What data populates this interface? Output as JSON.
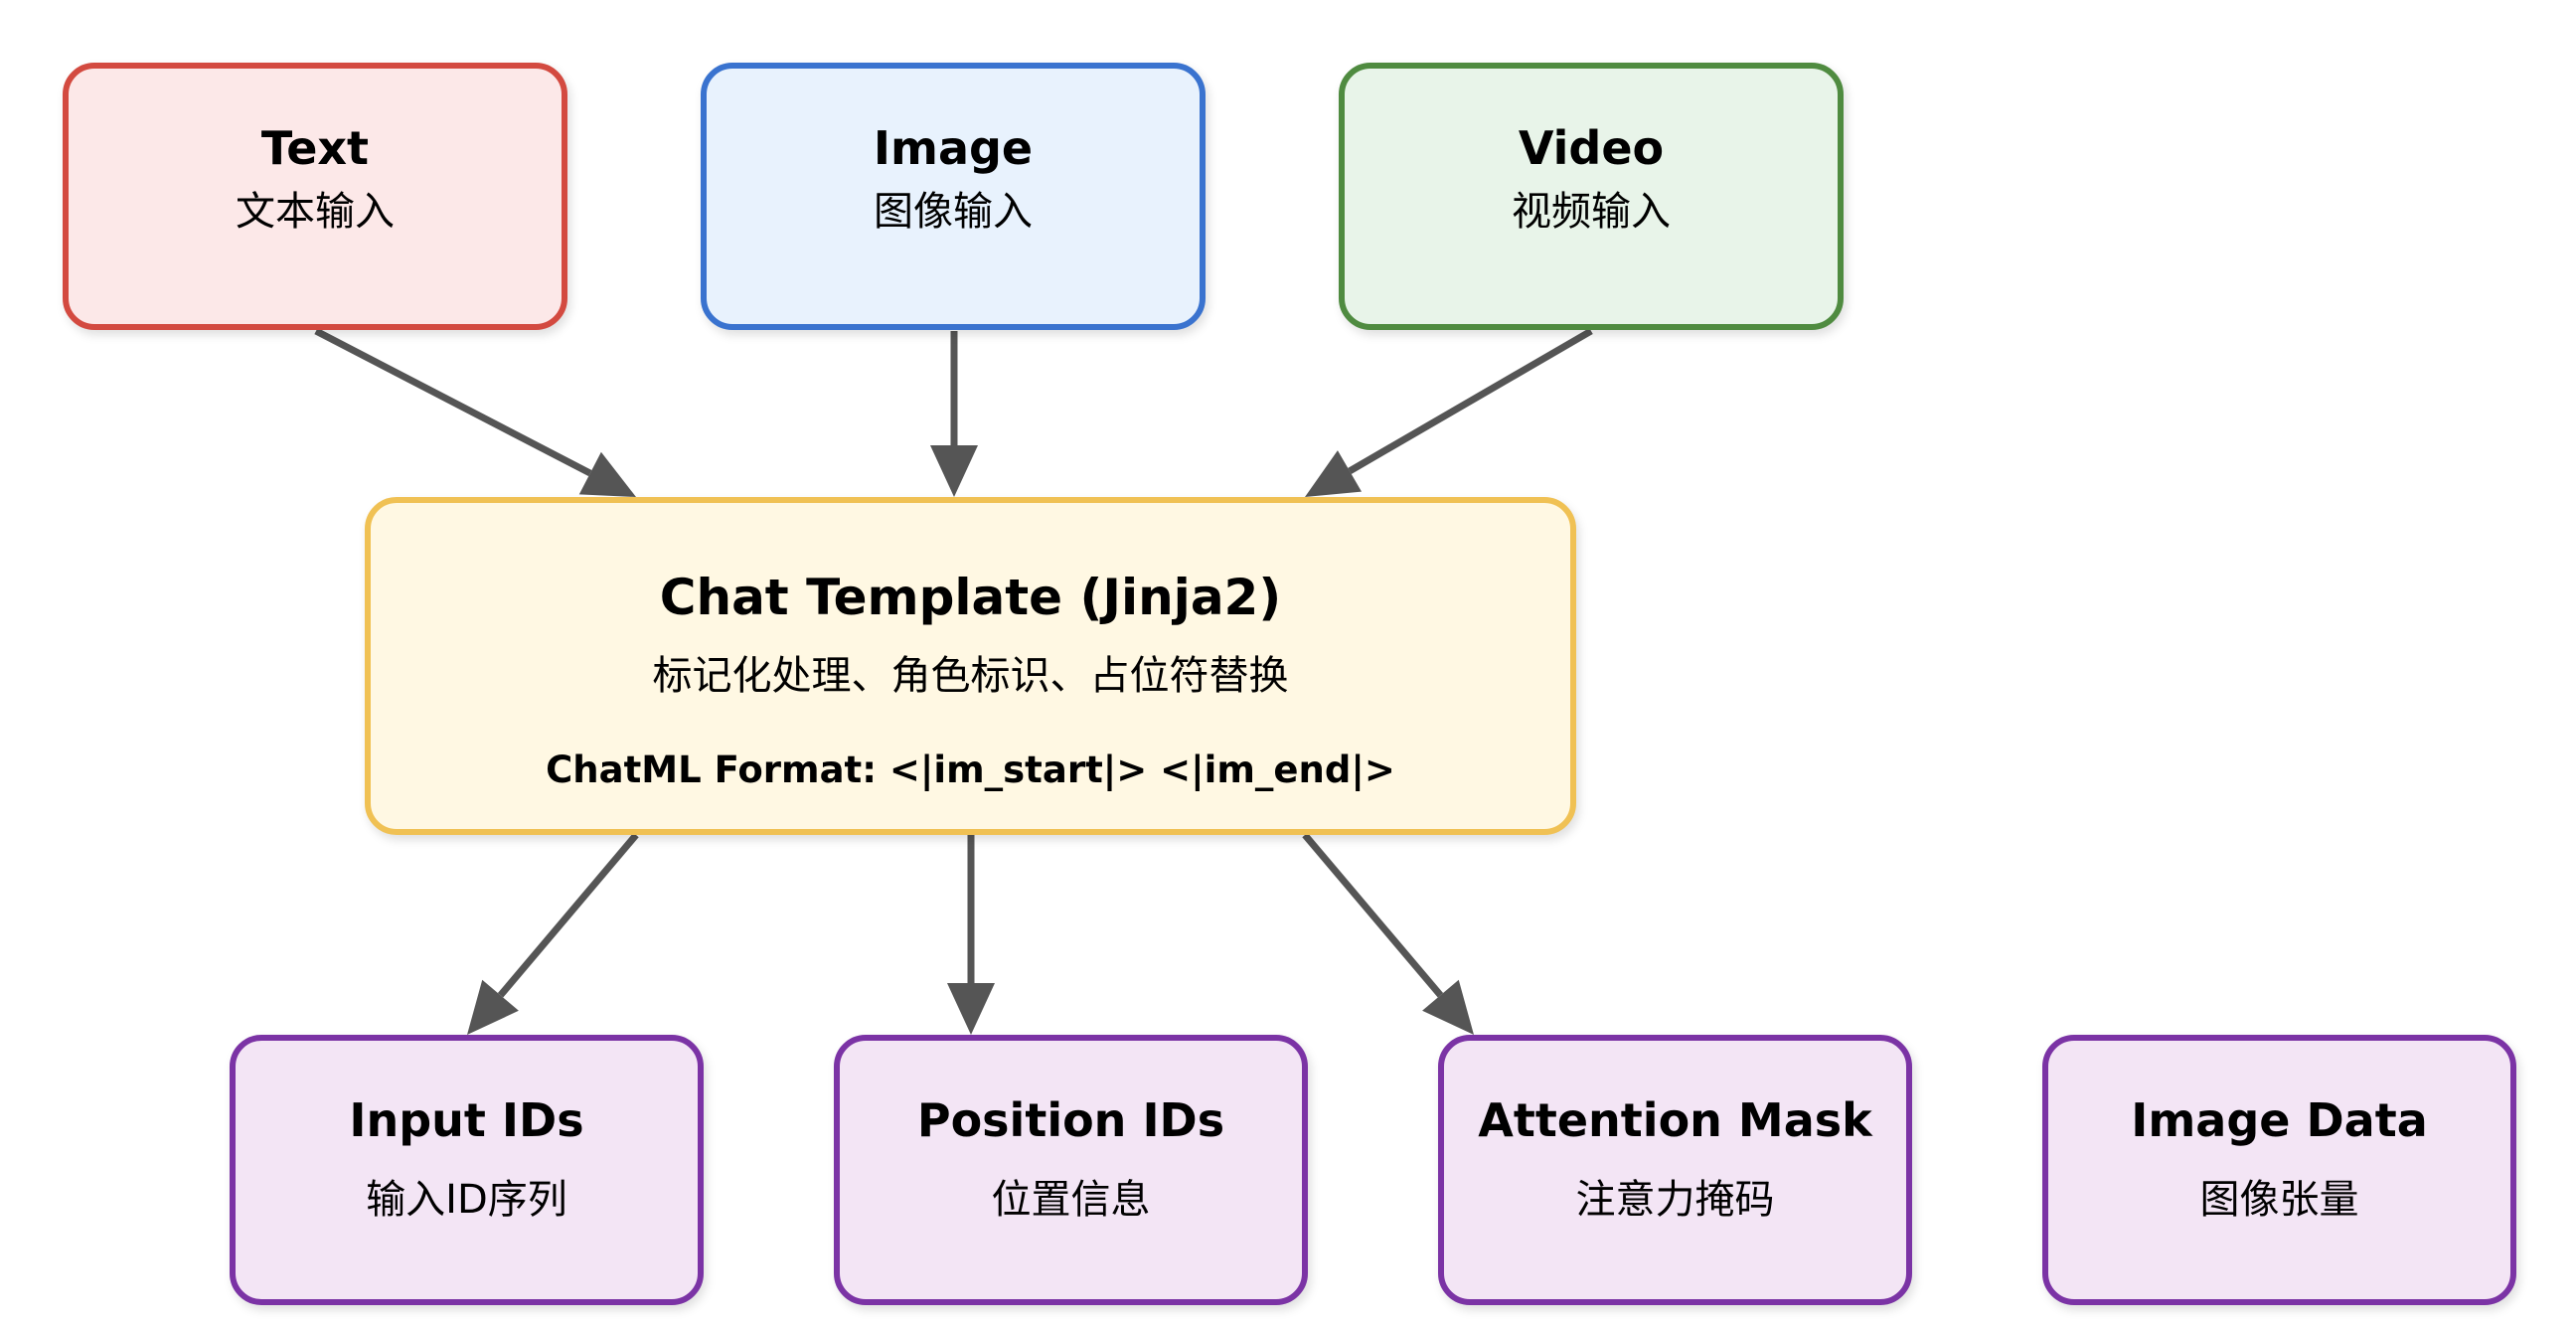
{
  "colors": {
    "edge": "#555555",
    "text_fill": "#fce8e8",
    "text_stroke": "#d34a40",
    "image_fill": "#e8f2fd",
    "image_stroke": "#3a73cf",
    "video_fill": "#e8f4e9",
    "video_stroke": "#4f8b40",
    "chat_fill": "#fff8e3",
    "chat_stroke": "#f0c154",
    "output_fill": "#f3e5f5",
    "output_stroke": "#7b33a5"
  },
  "nodes": {
    "text": {
      "title": "Text",
      "subtitle": "文本输入"
    },
    "image": {
      "title": "Image",
      "subtitle": "图像输入"
    },
    "video": {
      "title": "Video",
      "subtitle": "视频输入"
    },
    "chat_template": {
      "title": "Chat Template (Jinja2)",
      "subtitle": "标记化处理、角色标识、占位符替换",
      "note": "ChatML Format: <|im_start|> <|im_end|>"
    },
    "input_ids": {
      "title": "Input IDs",
      "subtitle": "输入ID序列"
    },
    "position_ids": {
      "title": "Position IDs",
      "subtitle": "位置信息"
    },
    "attention_mask": {
      "title": "Attention Mask",
      "subtitle": "注意力掩码"
    },
    "image_data": {
      "title": "Image Data",
      "subtitle": "图像张量"
    }
  },
  "edges": [
    {
      "from": "text",
      "to": "chat_template"
    },
    {
      "from": "image",
      "to": "chat_template"
    },
    {
      "from": "video",
      "to": "chat_template"
    },
    {
      "from": "chat_template",
      "to": "input_ids"
    },
    {
      "from": "chat_template",
      "to": "position_ids"
    },
    {
      "from": "chat_template",
      "to": "attention_mask"
    }
  ]
}
